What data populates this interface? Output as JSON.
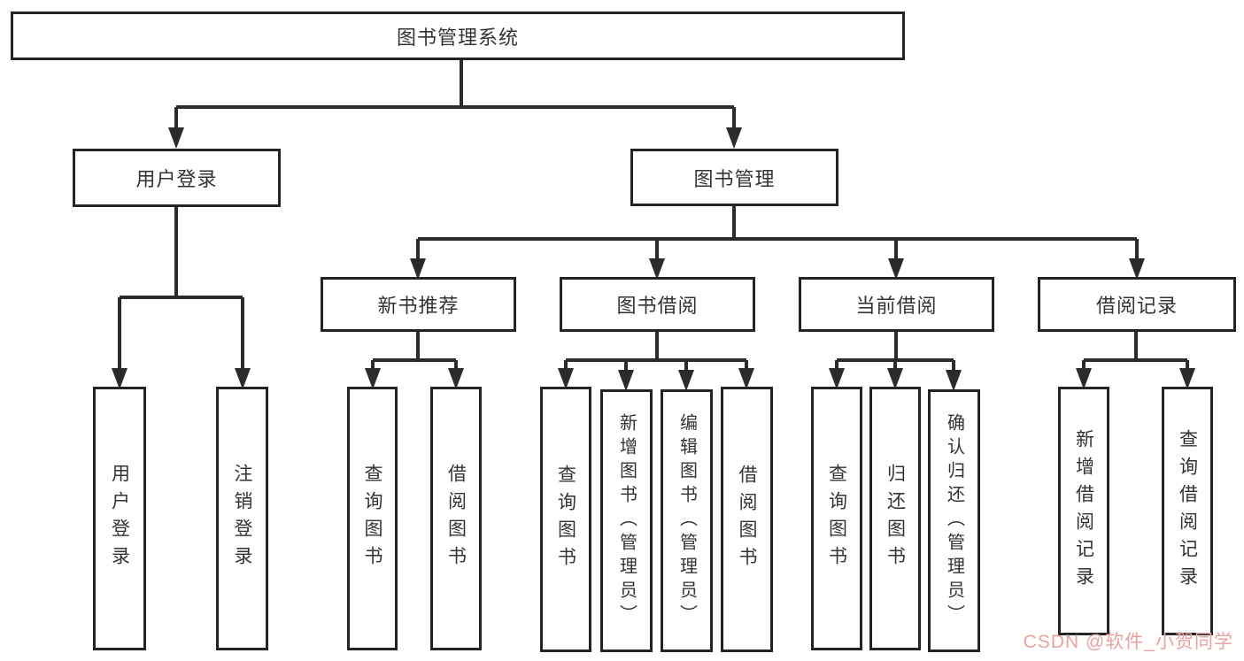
{
  "tree": {
    "label": "图书管理系统",
    "children": [
      {
        "label": "用户登录",
        "children": [
          {
            "label": "用户登录"
          },
          {
            "label": "注销登录"
          }
        ]
      },
      {
        "label": "图书管理",
        "children": [
          {
            "label": "新书推荐",
            "children": [
              {
                "label": "查询图书"
              },
              {
                "label": "借阅图书"
              }
            ]
          },
          {
            "label": "图书借阅",
            "children": [
              {
                "label": "查询图书"
              },
              {
                "label": "新增图书（管理员）"
              },
              {
                "label": "编辑图书（管理员）"
              },
              {
                "label": "借阅图书"
              }
            ]
          },
          {
            "label": "当前借阅",
            "children": [
              {
                "label": "查询图书"
              },
              {
                "label": "归还图书"
              },
              {
                "label": "确认归还（管理员）"
              }
            ]
          },
          {
            "label": "借阅记录",
            "children": [
              {
                "label": "新增借阅记录"
              },
              {
                "label": "查询借阅记录"
              }
            ]
          }
        ]
      }
    ]
  },
  "watermark": {
    "text": "CSDN @软件_小贺同学",
    "color": "#e8a2a2"
  },
  "colors": {
    "line": "#2b2b2b",
    "box_border": "#242424",
    "text": "#333333",
    "background": "#ffffff"
  }
}
